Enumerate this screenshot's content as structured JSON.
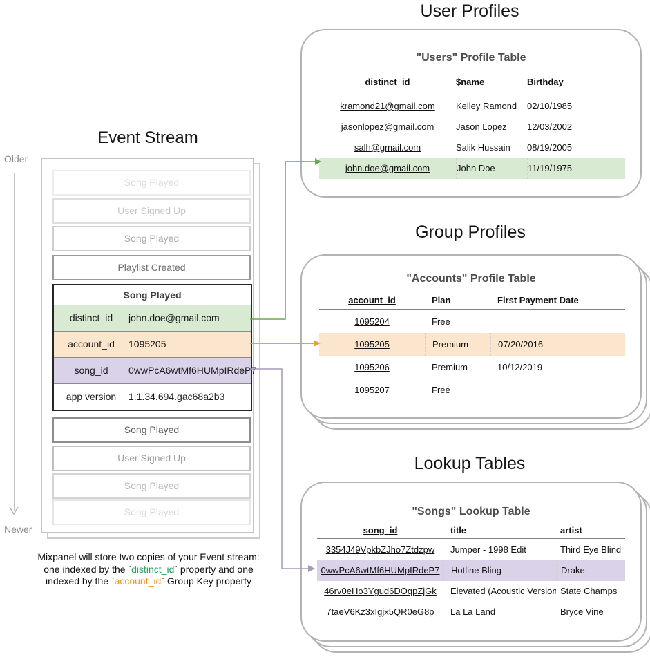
{
  "event_stream": {
    "title": "Event Stream",
    "older_label": "Older",
    "newer_label": "Newer",
    "faded_events_before": [
      "Song Played",
      "User Signed Up",
      "Song Played",
      "Playlist Created"
    ],
    "expanded_event": {
      "name": "Song Played",
      "properties": [
        {
          "key": "distinct_id",
          "value": "john.doe@gmail.com"
        },
        {
          "key": "account_id",
          "value": "1095205"
        },
        {
          "key": "song_id",
          "value": "0wwPcA6wtMf6HUMpIRdeP7"
        },
        {
          "key": "app version",
          "value": "1.1.34.694.gac68a2b3"
        }
      ]
    },
    "faded_events_after": [
      "Song Played",
      "User Signed Up",
      "Song Played",
      "Song Played"
    ]
  },
  "caption": {
    "line1": "Mixpanel will store two copies of your Event stream:",
    "line2_pre": "one indexed by the `",
    "line2_key": "distinct_id",
    "line2_post": "` property and one",
    "line3_pre": "indexed by the `",
    "line3_key": "account_id",
    "line3_post": "` Group Key property"
  },
  "user_profiles": {
    "title": "User Profiles",
    "table_heading": "\"Users\" Profile Table",
    "columns": [
      "distinct_id",
      "$name",
      "Birthday"
    ],
    "rows": [
      [
        "kramond21@gmail.com",
        "Kelley Ramond",
        "02/10/1985"
      ],
      [
        "jasonlopez@gmail.com",
        "Jason Lopez",
        "12/03/2002"
      ],
      [
        "salh@gmail.com",
        "Salik Hussain",
        "08/19/2005"
      ],
      [
        "john.doe@gmail.com",
        "John Doe",
        "11/19/1975"
      ]
    ],
    "highlighted_row_index": 3
  },
  "group_profiles": {
    "title": "Group Profiles",
    "table_heading": "\"Accounts\" Profile Table",
    "columns": [
      "account_id",
      "Plan",
      "First Payment Date"
    ],
    "rows": [
      [
        "1095204",
        "Free",
        ""
      ],
      [
        "1095205",
        "Premium",
        "07/20/2016"
      ],
      [
        "1095206",
        "Premium",
        "10/12/2019"
      ],
      [
        "1095207",
        "Free",
        ""
      ]
    ],
    "highlighted_row_index": 1
  },
  "lookup_tables": {
    "title": "Lookup Tables",
    "table_heading": "\"Songs\" Lookup Table",
    "columns": [
      "song_id",
      "title",
      "artist"
    ],
    "rows": [
      [
        "3354J49VpkbZJho7Ztdzpw",
        "Jumper - 1998 Edit",
        "Third Eye Blind"
      ],
      [
        "0wwPcA6wtMf6HUMpIRdeP7",
        "Hotline Bling",
        "Drake"
      ],
      [
        "46rv0eHo3Ygud6DOqpZjGk",
        "Elevated (Acoustic Version)",
        "State Champs"
      ],
      [
        "7taeV6Kz3xIgjx5QR0eG8p",
        "La La Land",
        "Bryce Vine"
      ]
    ],
    "highlighted_row_index": 1
  },
  "colors": {
    "green_row_highlight": "#d9ead3",
    "orange_row_highlight": "#fce5cd",
    "purple_row_highlight": "#d9d2e9",
    "green_connector": "#6aa84f",
    "orange_connector": "#e9a13b",
    "purple_connector": "#a89ab8",
    "caption_green": "#2aa158",
    "caption_orange": "#f7941d"
  }
}
